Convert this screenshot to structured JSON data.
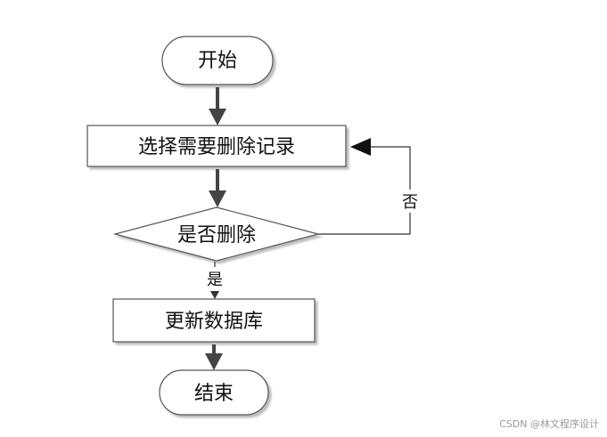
{
  "nodes": {
    "start": "开始",
    "select": "选择需要删除记录",
    "decision": "是否删除",
    "update": "更新数据库",
    "end": "结束"
  },
  "edges": {
    "yes": "是",
    "no": "否"
  },
  "watermark": "CSDN @林文程序设计"
}
